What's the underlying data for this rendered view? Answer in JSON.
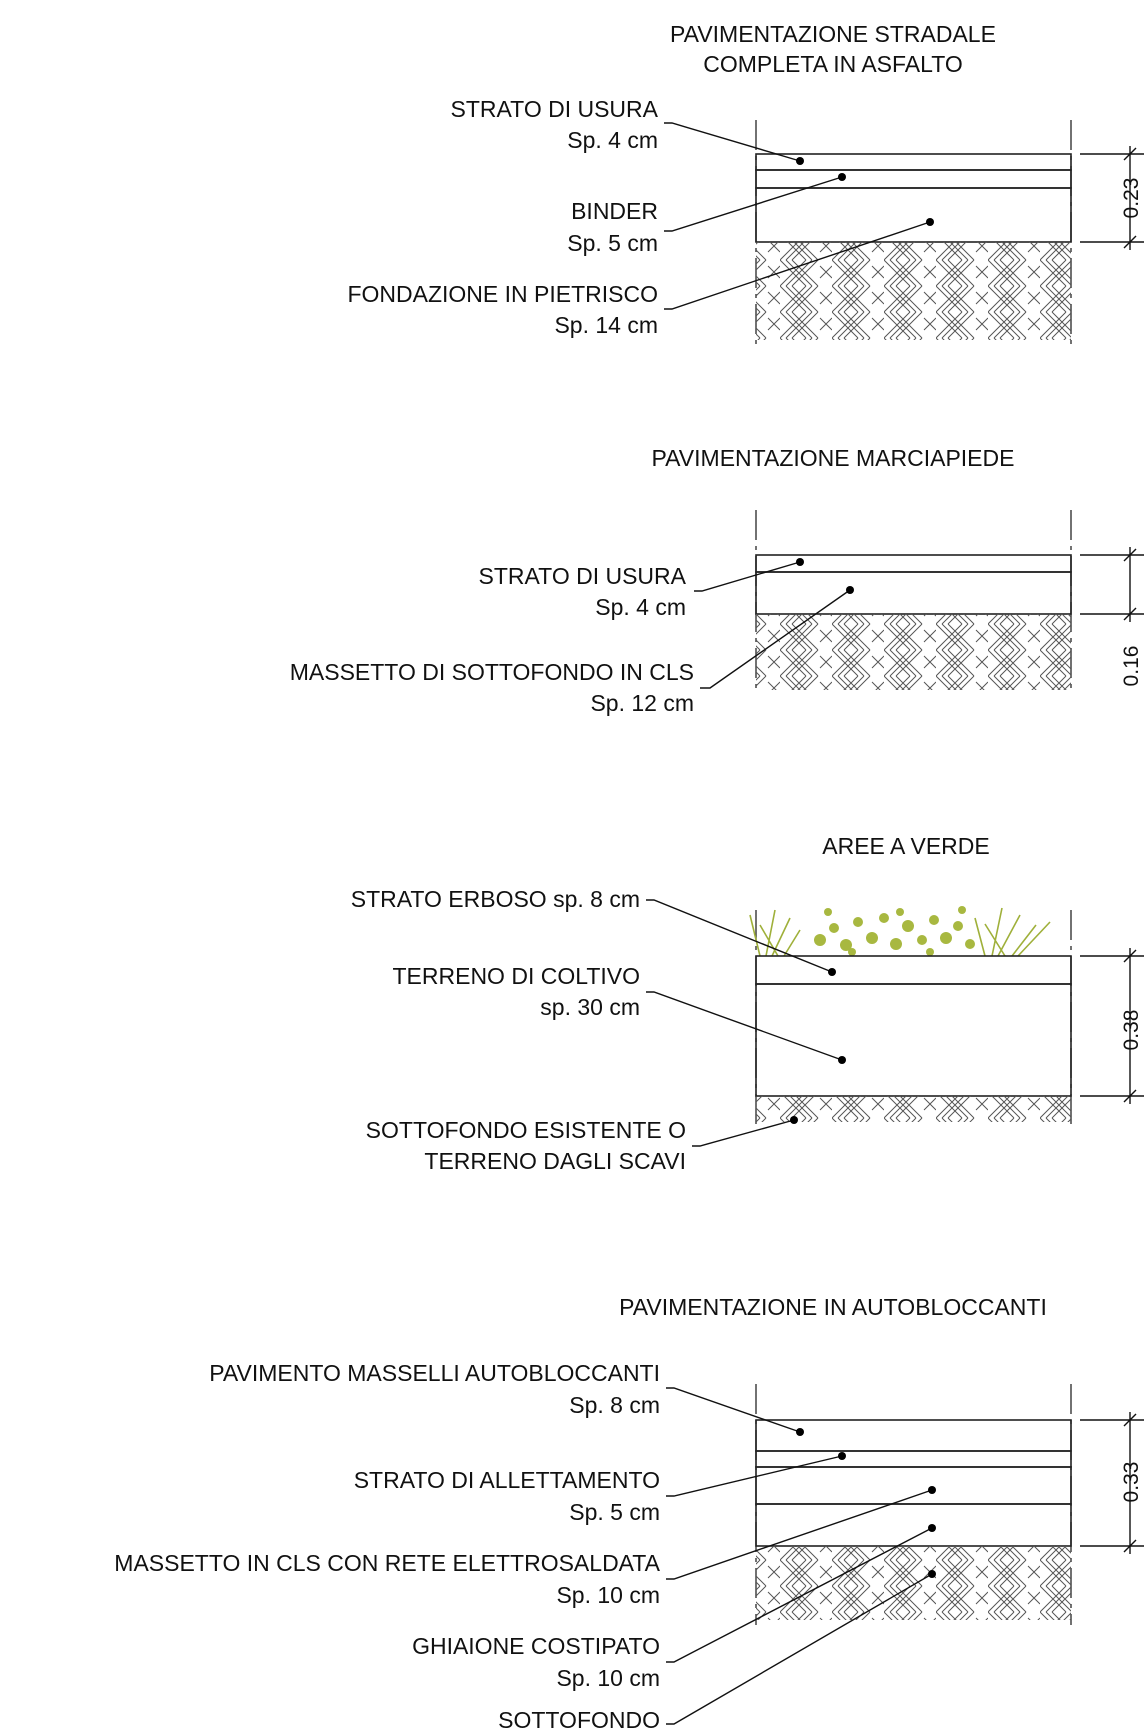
{
  "sections": [
    {
      "title_line1": "PAVIMENTAZIONE STRADALE",
      "title_line2": "COMPLETA IN ASFALTO",
      "layers": [
        {
          "name": "STRATO DI USURA",
          "thickness": "Sp. 4 cm"
        },
        {
          "name": "BINDER",
          "thickness": "Sp. 5 cm"
        },
        {
          "name": "FONDAZIONE IN PIETRISCO",
          "thickness": "Sp. 14 cm"
        }
      ],
      "total_depth": "0.23"
    },
    {
      "title_line1": "PAVIMENTAZIONE MARCIAPIEDE",
      "layers": [
        {
          "name": "STRATO DI USURA",
          "thickness": "Sp. 4 cm"
        },
        {
          "name": "MASSETTO DI SOTTOFONDO IN CLS",
          "thickness": "Sp. 12 cm"
        }
      ],
      "total_depth": "0.16"
    },
    {
      "title_line1": "AREE A VERDE",
      "layers": [
        {
          "name": "STRATO ERBOSO sp. 8 cm"
        },
        {
          "name": "TERRENO DI COLTIVO",
          "thickness": "sp. 30 cm"
        },
        {
          "name": "SOTTOFONDO  ESISTENTE O",
          "name_line2": "TERRENO DAGLI SCAVI"
        }
      ],
      "total_depth": "0.38"
    },
    {
      "title_line1": "PAVIMENTAZIONE IN AUTOBLOCCANTI",
      "layers": [
        {
          "name": "PAVIMENTO MASSELLI AUTOBLOCCANTI",
          "thickness": "Sp. 8 cm"
        },
        {
          "name": "STRATO DI ALLETTAMENTO",
          "thickness": "Sp. 5 cm"
        },
        {
          "name": "MASSETTO IN CLS CON RETE ELETTROSALDATA",
          "thickness": "Sp. 10 cm"
        },
        {
          "name": "GHIAIONE COSTIPATO",
          "thickness": "Sp. 10 cm"
        },
        {
          "name": "SOTTOFONDO"
        }
      ],
      "total_depth": "0.33"
    }
  ],
  "colors": {
    "wearing_course": "#b9b9b9",
    "pavers": "#e2d7cf",
    "grass": "#a8b840",
    "line": "#222222"
  }
}
